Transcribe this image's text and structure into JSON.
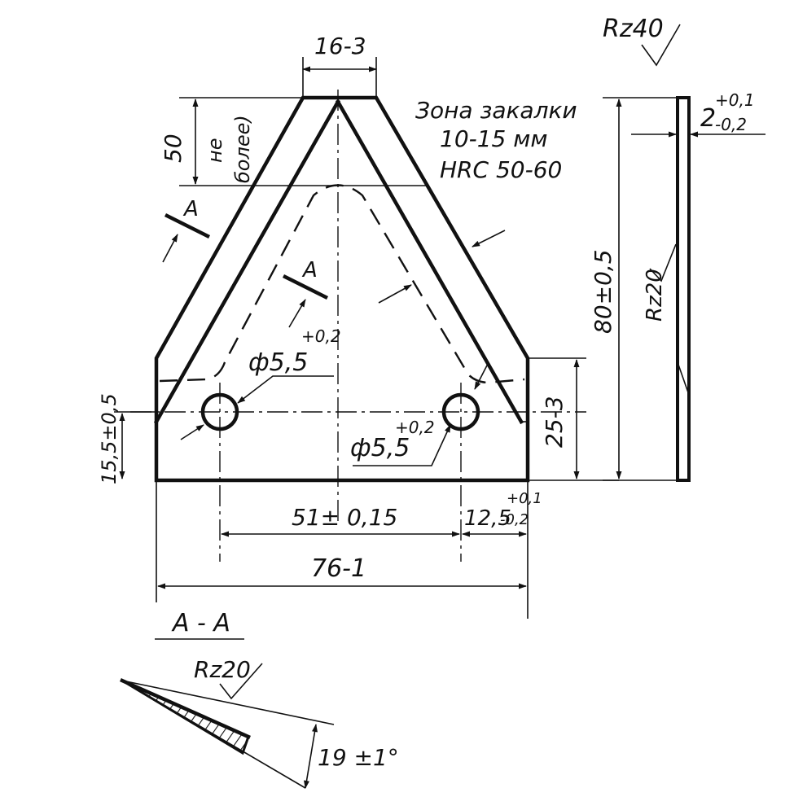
{
  "drawing": {
    "hardening": {
      "line1": "Зона закалки",
      "line2": "10-15 мм",
      "line3": "HRC 50-60"
    },
    "dimensions": {
      "top_width": "16-3",
      "top_height": "50",
      "top_note_1": "не",
      "top_note_2": "более)",
      "hole_left": "ф5,5",
      "hole_left_tol": "+0,2",
      "hole_right": "ф5,5",
      "hole_right_tol": "+0,2",
      "hole_height": "15,5±0,5",
      "side_height": "25-3",
      "hole_spacing": "51± 0,15",
      "edge_offset": "12,5",
      "edge_offset_tol_up": "+0,1",
      "edge_offset_tol_down": "-0,2",
      "total_width": "76-1",
      "total_height": "80±0,5",
      "thickness": "2",
      "thickness_tol_up": "+0,1",
      "thickness_tol_down": "-0,2",
      "angle": "19 ±1°"
    },
    "section": {
      "cut_mark": "A",
      "cut_mark_2": "A",
      "title": "А - А"
    },
    "roughness": {
      "general": "Rz40",
      "side": "Rz20",
      "section": "Rz20"
    }
  }
}
